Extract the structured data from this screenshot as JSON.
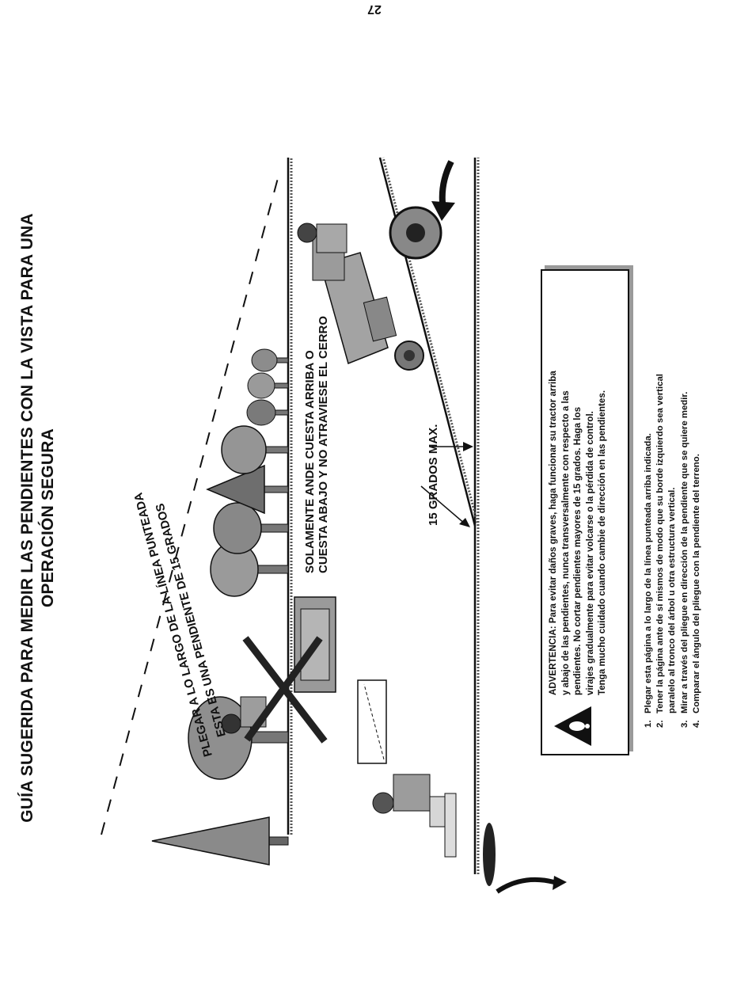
{
  "page_number": "27",
  "title": {
    "line1": "GUÍA SUGERIDA PARA MEDIR LAS PENDIENTES CON LA VISTA PARA UNA",
    "line2": "OPERACIÓN SEGURA"
  },
  "diagram": {
    "fold_label_1": "PLEGAR A LO LARGO DE LA LÍNEA PUNTEADA",
    "fold_label_2": "ESTA ES UNA PENDIENTE DE 15 GRADOS",
    "ride_label_1": "SOLAMENTE ANDE CUESTA ARRIBA O",
    "ride_label_2": "CUESTA ABAJO Y NO ATRAVIESE EL CERRO",
    "angle_label": "15 GRADOS MAX.",
    "icons": [
      "trees",
      "person-holding-page",
      "tractor-rider-crossed",
      "tractor-rider",
      "direction-arrow",
      "ground-line",
      "warning-icon"
    ]
  },
  "warning": {
    "line1": "ADVERTENCIA: Para evitar daños graves, haga funcionar su tractor arriba",
    "line2": "y abajo de las pendientes, nunca transversalmente con respecto a las",
    "line3": "pendientes. No cortar pendientes mayores de 15 grados. Haga los",
    "line4": "virajes gradualmente para evitar volcarse o la pérdida de control.",
    "line5": "Tenga mucho cuidado cuando cambie de dirección en las pendientes."
  },
  "steps": [
    {
      "num": "1.",
      "text": "Plegar esta página a lo largo de la línea punteada arriba indicada."
    },
    {
      "num": "2.",
      "text": "Tener la página ante de sí mismos de modo  que su borde izquierdo sea vertical",
      "cont": "paralelo al tronco del árbol u otra estructura vertical."
    },
    {
      "num": "3.",
      "text": "Mirar a través del pliegue en dirección de la pendiente que se quiere medir."
    },
    {
      "num": "4.",
      "text": "Comparar el ángulo del pliegue con la pendiente del terreno."
    }
  ]
}
